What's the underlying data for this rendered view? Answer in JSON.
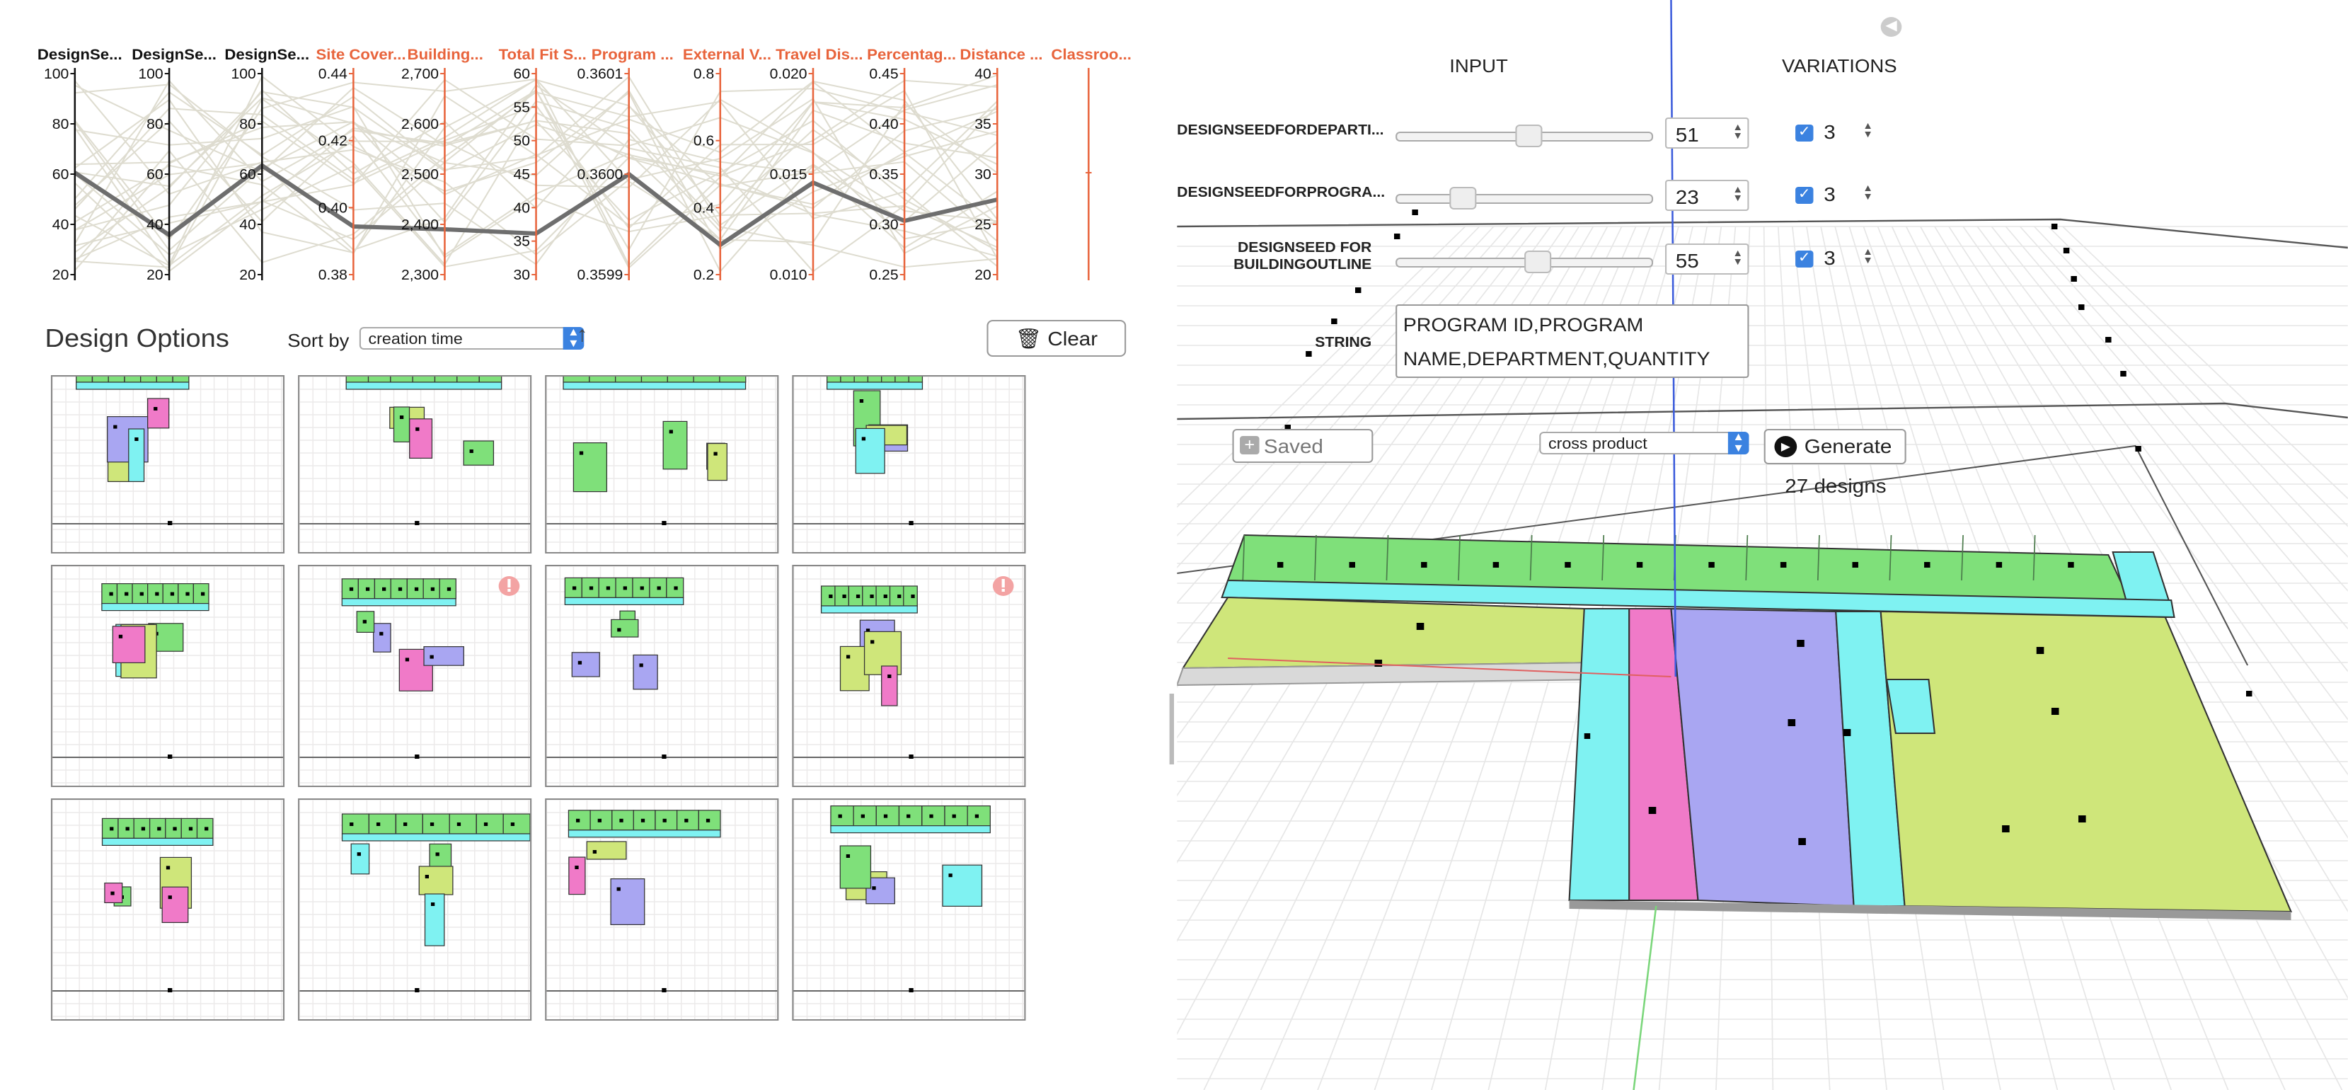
{
  "parallel_coordinates": {
    "axes": [
      {
        "label": "DesignSe...",
        "color": "#111111",
        "ticks": [
          "100",
          "80",
          "60",
          "40",
          "20"
        ]
      },
      {
        "label": "DesignSe...",
        "color": "#111111",
        "ticks": [
          "100",
          "80",
          "60",
          "40",
          "20"
        ]
      },
      {
        "label": "DesignSe...",
        "color": "#111111",
        "ticks": [
          "100",
          "80",
          "60",
          "40",
          "20"
        ]
      },
      {
        "label": "Site Cover...",
        "color": "#e8643c",
        "ticks": [
          "0.44",
          "0.42",
          "0.40",
          "0.38"
        ]
      },
      {
        "label": "Building...",
        "color": "#e8643c",
        "ticks": [
          "2,700",
          "2,600",
          "2,500",
          "2,400",
          "2,300"
        ]
      },
      {
        "label": "Total Fit S...",
        "color": "#e8643c",
        "ticks": [
          "60",
          "55",
          "50",
          "45",
          "40",
          "35",
          "30"
        ]
      },
      {
        "label": "Program ...",
        "color": "#e8643c",
        "ticks": [
          "0.3601",
          "0.3600",
          "0.3599"
        ]
      },
      {
        "label": "External V...",
        "color": "#e8643c",
        "ticks": [
          "0.8",
          "0.6",
          "0.4",
          "0.2"
        ]
      },
      {
        "label": "Travel Dis...",
        "color": "#e8643c",
        "ticks": [
          "0.020",
          "0.015",
          "0.010"
        ]
      },
      {
        "label": "Percentag...",
        "color": "#e8643c",
        "ticks": [
          "0.45",
          "0.40",
          "0.35",
          "0.30",
          "0.25"
        ]
      },
      {
        "label": "Distance ...",
        "color": "#e8643c",
        "ticks": [
          "40",
          "35",
          "30",
          "25",
          "20"
        ]
      },
      {
        "label": "Classroo...",
        "color": "#e8643c",
        "ticks": []
      }
    ]
  },
  "design_options": {
    "title": "Design Options",
    "sort_label": "Sort by",
    "sort_value": "creation time",
    "sort_direction_icon": "↑",
    "clear_label": "Clear"
  },
  "inputs_panel": {
    "input_header": "INPUT",
    "variations_header": "VARIATIONS",
    "params": [
      {
        "label": "DESIGNSEEDFORDEPARTI...",
        "value": "51",
        "variations": "3",
        "slider_fraction": 0.51
      },
      {
        "label": "DESIGNSEEDFORPROGRA...",
        "value": "23",
        "variations": "3",
        "slider_fraction": 0.23
      },
      {
        "label": "DESIGNSEED FOR BUILDINGOUTLINE",
        "value": "55",
        "variations": "3",
        "slider_fraction": 0.55
      }
    ],
    "string_label": "STRING",
    "string_value": "PROGRAM ID,PROGRAM NAME,DEPARTMENT,QUANTITY"
  },
  "generator": {
    "saved_label": "Saved",
    "mode_value": "cross product",
    "generate_label": "Generate",
    "design_count": "27 designs"
  },
  "colors": {
    "accent": "#e8643c",
    "blue": "#3b82e0",
    "classroom": "#7fe07a",
    "corridor": "#7ff2f2",
    "office": "#a9a6f2",
    "special": "#f07ac8",
    "general": "#cfe67a"
  }
}
